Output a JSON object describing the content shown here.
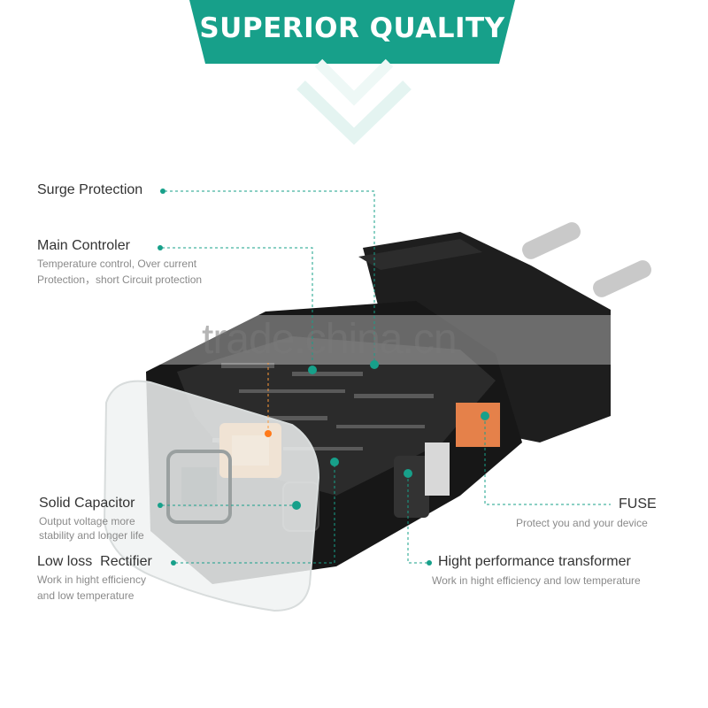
{
  "header": {
    "title": "SUPERIOR QUALITY"
  },
  "watermark": "trade.china.cn",
  "colors": {
    "accent": "#17a08a",
    "text": "#333333",
    "muted": "#8a8a8a"
  },
  "callouts": {
    "surge": {
      "title": "Surge Protection"
    },
    "controller": {
      "title": "Main Controler",
      "desc1": "Temperature control, Over current",
      "desc2": "Protection，short Circuit protection"
    },
    "capacitor": {
      "title": "Solid Capacitor",
      "desc1": "Output voltage more",
      "desc2": "stability and longer life"
    },
    "rectifier": {
      "title": "Low loss  Rectifier",
      "desc1": "Work in hight efficiency",
      "desc2": "and low temperature"
    },
    "fuse": {
      "title": "FUSE",
      "desc1": "Protect you and your device"
    },
    "transformer": {
      "title": "Hight performance transformer",
      "desc1": "Work in hight efficiency and low temperature"
    }
  }
}
